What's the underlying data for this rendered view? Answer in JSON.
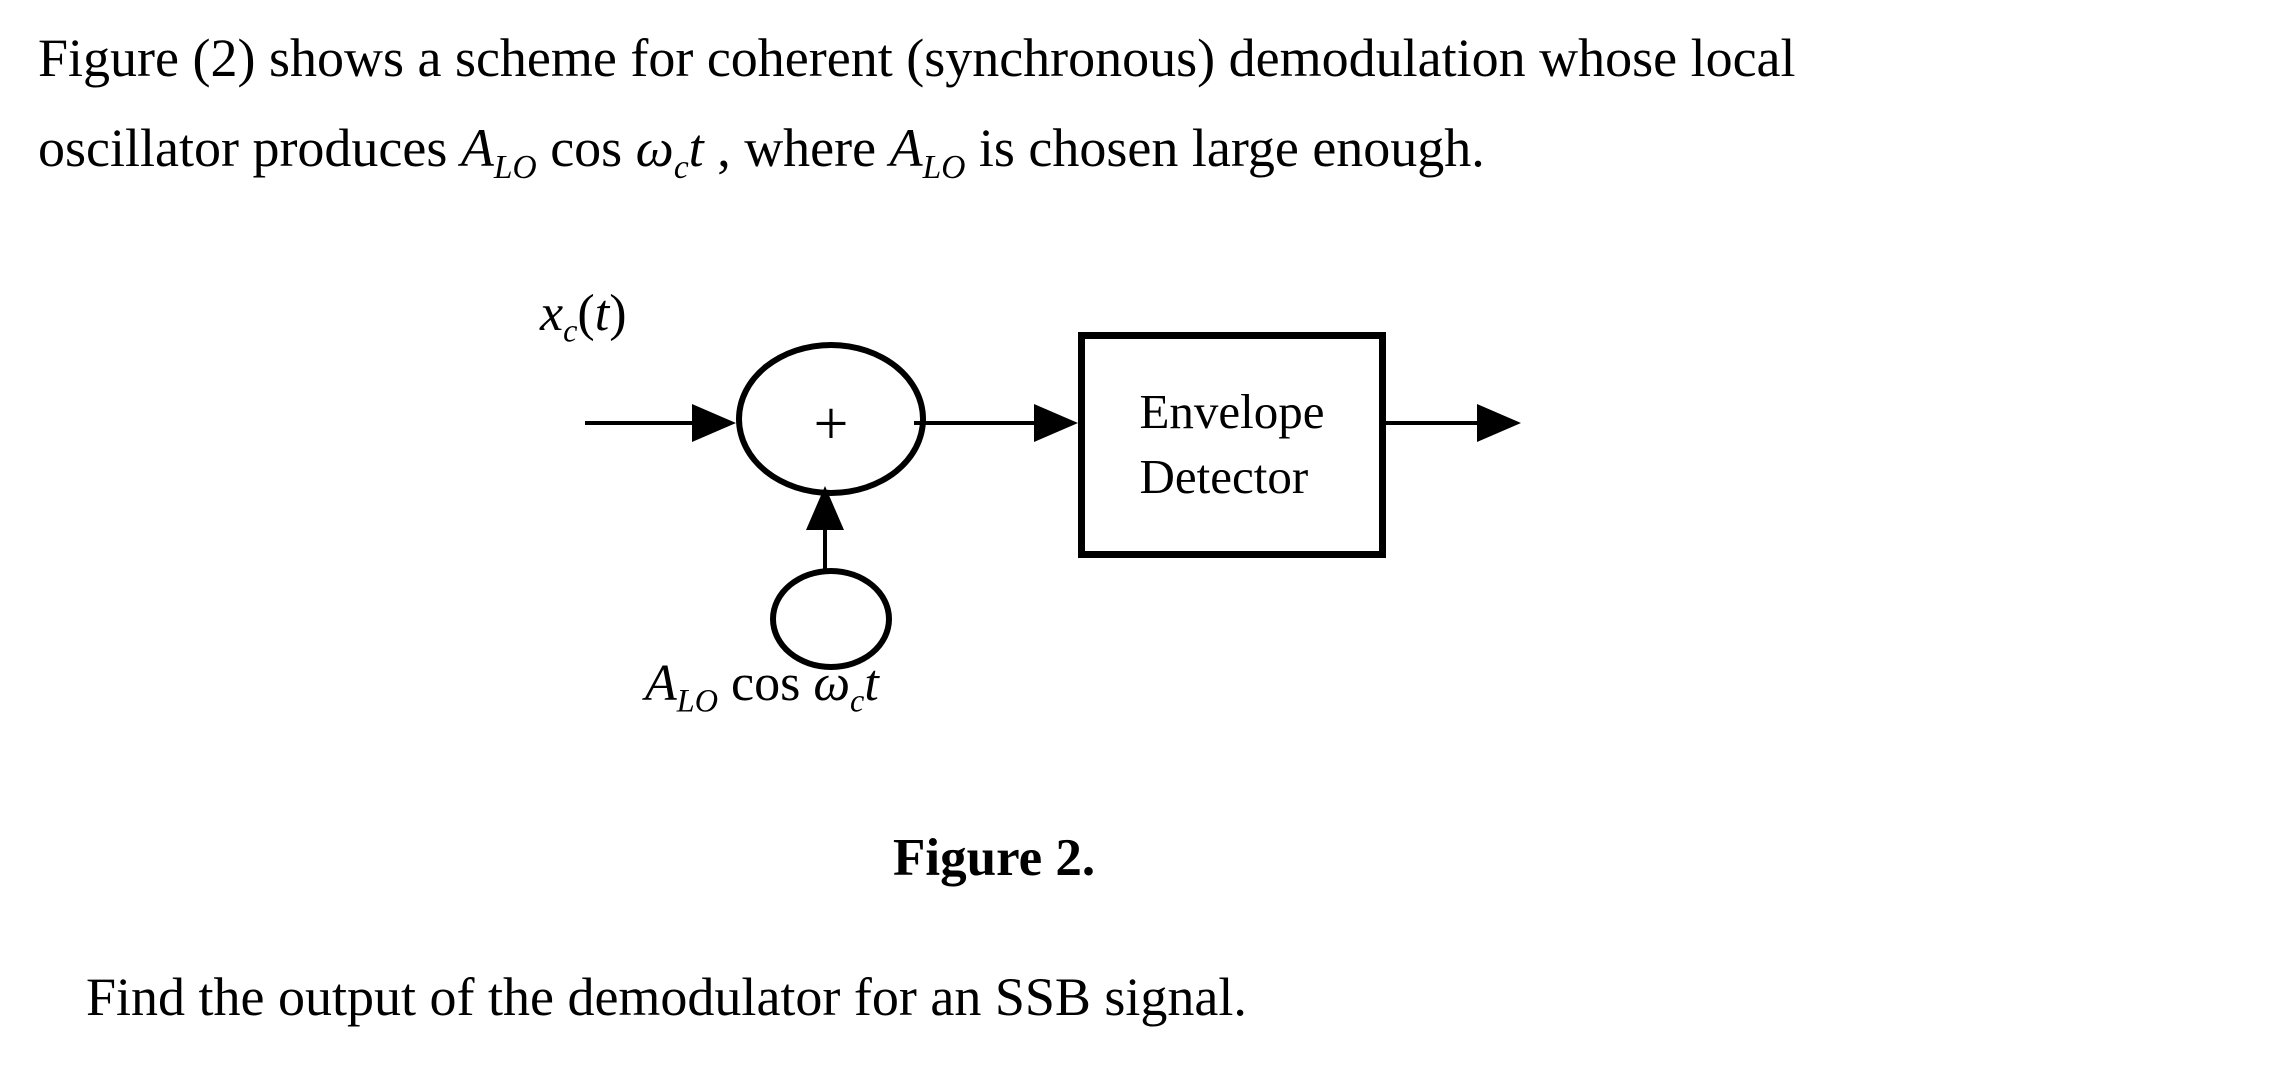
{
  "page": {
    "intro_line1": "Figure (2) shows a scheme for coherent (synchronous) demodulation whose local",
    "intro_line2_pre": "oscillator produces ",
    "intro_line2_mid": " , where ",
    "intro_line2_post": " is chosen large enough.",
    "figure_caption": "Figure 2.",
    "question": "Find the output of the demodulator for an SSB signal."
  },
  "math": {
    "A": "A",
    "LO": "LO",
    "cos": " cos ",
    "omega": "ω",
    "c": "c",
    "t": "t",
    "x": "x",
    "lparen": "(",
    "rparen": ")"
  },
  "diagram": {
    "sum_plus": "+",
    "box_line1": "Envelope",
    "box_line2": "Detector"
  }
}
